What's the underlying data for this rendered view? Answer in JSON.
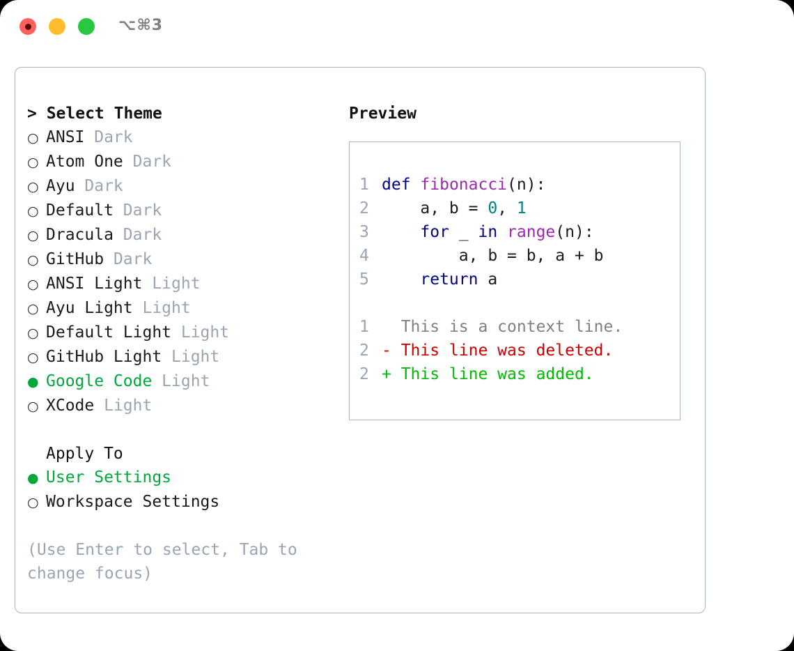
{
  "titlebar": {
    "traffic_lights": [
      "close-red",
      "minimize-yellow",
      "maximize-green"
    ],
    "shortcut": "⌥⌘3"
  },
  "theme_panel": {
    "header": "> Select Theme",
    "bullet_unselected": "○",
    "bullet_selected": "●",
    "items": [
      {
        "name": "ANSI",
        "kind": "Dark",
        "selected": false
      },
      {
        "name": "Atom One",
        "kind": "Dark",
        "selected": false
      },
      {
        "name": "Ayu",
        "kind": "Dark",
        "selected": false
      },
      {
        "name": "Default",
        "kind": "Dark",
        "selected": false
      },
      {
        "name": "Dracula",
        "kind": "Dark",
        "selected": false
      },
      {
        "name": "GitHub",
        "kind": "Dark",
        "selected": false
      },
      {
        "name": "ANSI Light",
        "kind": "Light",
        "selected": false
      },
      {
        "name": "Ayu Light",
        "kind": "Light",
        "selected": false
      },
      {
        "name": "Default Light",
        "kind": "Light",
        "selected": false
      },
      {
        "name": "GitHub Light",
        "kind": "Light",
        "selected": false
      },
      {
        "name": "Google Code",
        "kind": "Light",
        "selected": true
      },
      {
        "name": "XCode",
        "kind": "Light",
        "selected": false
      }
    ],
    "apply_to": {
      "header": "Apply To",
      "options": [
        {
          "label": "User Settings",
          "selected": true
        },
        {
          "label": "Workspace Settings",
          "selected": false
        }
      ]
    },
    "hint": "(Use Enter to select, Tab to change focus)"
  },
  "preview": {
    "title": "Preview",
    "code_lines": [
      {
        "num": "1",
        "tokens": [
          {
            "t": "def",
            "c": "kw"
          },
          {
            "t": " ",
            "c": "plain"
          },
          {
            "t": "fibonacci",
            "c": "fn"
          },
          {
            "t": "(n):",
            "c": "plain"
          }
        ]
      },
      {
        "num": "2",
        "tokens": [
          {
            "t": "    a, b = ",
            "c": "plain"
          },
          {
            "t": "0",
            "c": "num"
          },
          {
            "t": ", ",
            "c": "plain"
          },
          {
            "t": "1",
            "c": "num"
          }
        ]
      },
      {
        "num": "3",
        "tokens": [
          {
            "t": "    ",
            "c": "plain"
          },
          {
            "t": "for",
            "c": "kw"
          },
          {
            "t": " _ ",
            "c": "plain"
          },
          {
            "t": "in",
            "c": "kw"
          },
          {
            "t": " ",
            "c": "plain"
          },
          {
            "t": "range",
            "c": "fn"
          },
          {
            "t": "(n):",
            "c": "plain"
          }
        ]
      },
      {
        "num": "4",
        "tokens": [
          {
            "t": "        a, b = b, a + b",
            "c": "plain"
          }
        ]
      },
      {
        "num": "5",
        "tokens": [
          {
            "t": "    ",
            "c": "plain"
          },
          {
            "t": "return",
            "c": "kw"
          },
          {
            "t": " a",
            "c": "plain"
          }
        ]
      }
    ],
    "diff_lines": [
      {
        "num": "1",
        "marker": " ",
        "text": " This is a context line.",
        "kind": "ctx"
      },
      {
        "num": "2",
        "marker": "-",
        "text": " This line was deleted.",
        "kind": "del"
      },
      {
        "num": "2",
        "marker": "+",
        "text": " This line was added.",
        "kind": "add"
      }
    ]
  },
  "colors": {
    "accent_green": "#00a83c",
    "muted": "#9aa5b1",
    "keyword": "#00008b",
    "function": "#9c27b0",
    "number": "#008080",
    "diff_context": "#808080",
    "diff_delete": "#cc0000",
    "diff_add": "#00bb00",
    "border": "#aab4c0"
  }
}
